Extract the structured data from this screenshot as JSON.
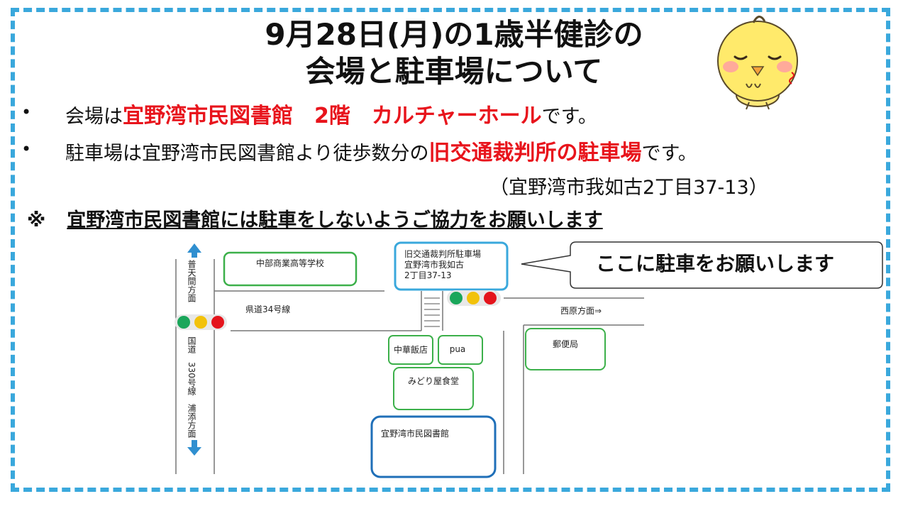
{
  "title": {
    "line1": "9月28日(月)の1歳半健診の",
    "line2": "会場と駐車場について"
  },
  "bullets": [
    {
      "mark": "•",
      "prefix": "会場は",
      "highlight": "宜野湾市民図書館　2階　カルチャーホール",
      "suffix": "です。"
    },
    {
      "mark": "•",
      "prefix": "駐車場は宜野湾市民図書館より徒歩数分の",
      "highlight": "旧交通裁判所の駐車場",
      "suffix": "です。"
    }
  ],
  "address": "（宜野湾市我如古2丁目37-13）",
  "notice": {
    "mark": "※",
    "text": "宜野湾市民図書館には駐車をしないようご協力をお願いします"
  },
  "map": {
    "school": "中部商業高等学校",
    "parking_line1": "旧交通裁判所駐車場",
    "parking_line2": "宜野湾市我如古",
    "parking_line3": "2丁目37-13",
    "callout": "ここに駐車をお願いします",
    "prefectural_road": "県道34号線",
    "direction_nishihara": "西原方面⇒",
    "direction_futenma": "普天間方面",
    "national_road": "国道　330号線　浦添方面",
    "chinese_restaurant": "中華飯店",
    "pua": "pua",
    "post_office": "郵便局",
    "midoriya": "みどり屋食堂",
    "library": "宜野湾市民図書館"
  },
  "colors": {
    "frame": "#3aa8dc",
    "red_text": "#e8141c",
    "building_border": "#3cb04a",
    "library_border": "#1f6fb8",
    "signal_green": "#1aa65a",
    "signal_yellow": "#f2c20b",
    "signal_red": "#e4141c",
    "arrow": "#2f8fd0"
  },
  "illustration": "chick-icon"
}
